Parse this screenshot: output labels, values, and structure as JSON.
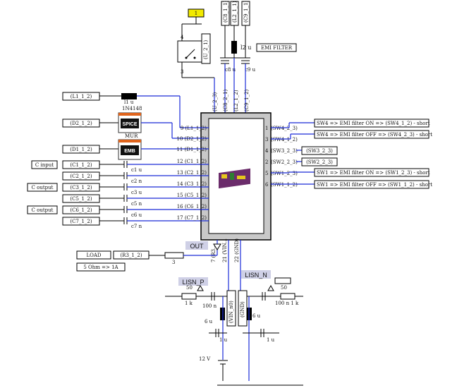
{
  "supply_tag": "1",
  "emi_filter_label": "EMI FILTER",
  "relay_ref": "(U_2_1)",
  "top_refs": [
    "(C8_1_1)",
    "(L2_1_1)",
    "(C9_1_1)"
  ],
  "top_values": {
    "l2": "l2 u",
    "c8": "c8 u",
    "c9": "c9 u"
  },
  "ic_top_pins": [
    "(U_2_3)",
    "(C8_2_1)",
    "(L2_1_2)",
    "(C9_1_2)"
  ],
  "left_nets": [
    {
      "ref": "(L1_1_2)",
      "pin": "9 (L1_1_2)"
    },
    {
      "ref": "(D2_1_2)",
      "pin": "10 (D2_1_2)"
    },
    {
      "ref": "(D1_1_2)",
      "pin": "11 (D1_1_2)"
    },
    {
      "ref": "(C1_1_2)",
      "pin": "12 (C1_1_2)"
    },
    {
      "ref": "(C2_1_2)",
      "pin": "13 (C2_1_2)"
    },
    {
      "ref": "(C3_1_2)",
      "pin": "14 (C3_1_2)"
    },
    {
      "ref": "(C5_1_2)",
      "pin": "15 (C5_1_2)"
    },
    {
      "ref": "(C6_1_2)",
      "pin": "16 (C6_1_2)"
    },
    {
      "ref": "(C7_1_2)",
      "pin": "17 (C7_1_2)"
    }
  ],
  "side_notes": [
    "C input",
    "C output",
    "C output"
  ],
  "left_values": {
    "l1": "l1 u",
    "l1_part": "1N4148",
    "spice": "SPICE",
    "spice_sub": "MUR",
    "emb": "EMB",
    "c1": "c1 u",
    "c2": "c2 n",
    "c3": "c3 u",
    "c5": "c5 n",
    "c6": "c6 u",
    "c7": "c7 n"
  },
  "right_pins": [
    {
      "num": "1",
      "label": "(SW4_2_3)"
    },
    {
      "num": "3",
      "label": "(SW4_1_2)"
    },
    {
      "num": "4",
      "label": "(SW3_2_3)"
    },
    {
      "num": "2",
      "label": "(SW2_2_3)"
    },
    {
      "num": "5",
      "label": "(SW1_2_3)"
    },
    {
      "num": "6",
      "label": "(SW1_1_2)"
    }
  ],
  "right_nets": [
    "SW4 => EMI filter ON => (SW4_1_2) - short",
    "SW4 => EMI filter OFF => (SW4_2_3) - short",
    "(SW3_2_3)",
    "(SW2_2_3)",
    "SW1 => EMI filter ON => (SW1_2_3) - short",
    "SW1 => EMI filter OFF => (SW1_1_2) - short"
  ],
  "out_tag": "OUT",
  "bottom_pins": [
    "7 (R3...",
    "21 (VIN...",
    "22 (GND)"
  ],
  "load_label": "LOAD",
  "r3_ref": "(R3_1_2)",
  "r3_value": "3",
  "load_note": "5 Ohm => 1A",
  "lisn_p": "LISN_P",
  "lisn_n": "LISN_N",
  "vin_ref": "(VIN_n0)",
  "gnd_ref": "(GND)",
  "lisn_values": {
    "r50_left": "50",
    "r1k_left": "1 k",
    "c100_left": "100 n",
    "l6_left": "6 u",
    "c1u_left": "1 u",
    "r50_right": "50",
    "r1k_right": "100 n 1 k",
    "l6_right": "6 u",
    "c1u_right": "1 u"
  },
  "battery_value": "12 V",
  "colors": {
    "wire": "#1a2bd8",
    "supply_tag": "#f2ea00",
    "chip_body": "#c8c8c8",
    "net_label": "#cfd0e6",
    "part_accent": "#e0641c"
  }
}
